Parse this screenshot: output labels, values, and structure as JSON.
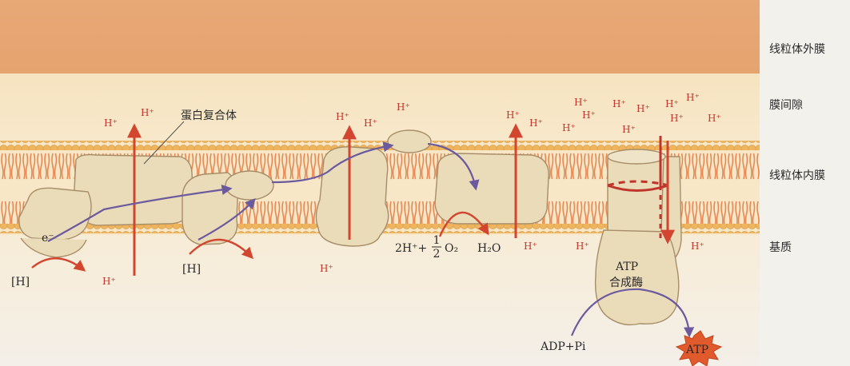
{
  "regions": {
    "outer_membrane": "线粒体外膜",
    "intermembrane_space": "膜间隙",
    "inner_membrane": "线粒体内膜",
    "matrix": "基质"
  },
  "labels": {
    "h_plus": "H⁺",
    "protein_complex": "蛋白复合体",
    "electron": "e⁻",
    "h_reduced": "[H]",
    "two_h_plus": "2H⁺+",
    "frac_num": "1",
    "frac_den": "2",
    "oxygen": "O₂",
    "water": "H₂O",
    "atp_synthase_1": "ATP",
    "atp_synthase_2": "合成酶",
    "adp_pi": "ADP+Pi",
    "atp": "ATP"
  },
  "colors": {
    "outer_membrane": "#e8a877",
    "intermembrane_space": "#f6e3bf",
    "lipid_heads": "#efb55e",
    "lipid_tails": "#e58a57",
    "protein": "#eadbb9",
    "proton_arrow": "#d2452f",
    "electron_path": "#6c5a9e",
    "atp_burst": "#e05a2c"
  },
  "icons": {
    "atp_burst": "starburst"
  }
}
